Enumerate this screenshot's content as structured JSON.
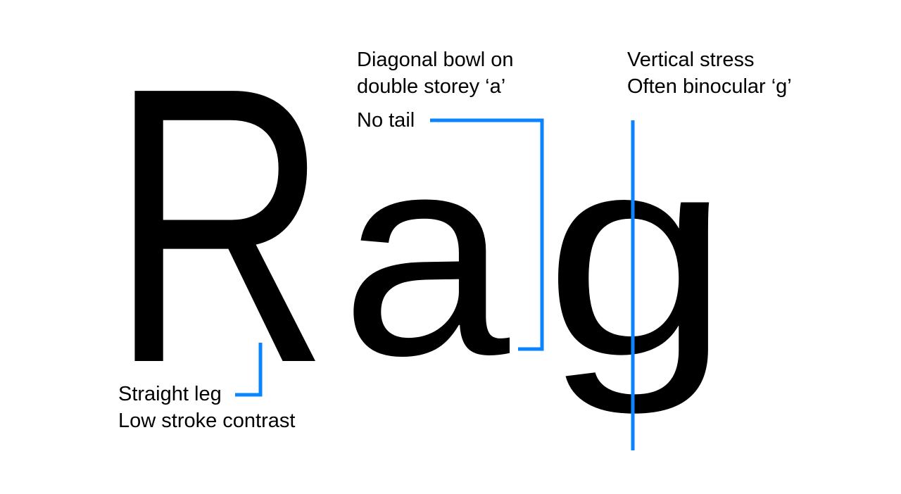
{
  "specimen": {
    "letters": "Rag"
  },
  "annotations": {
    "diagonal_bowl": {
      "line1": "Diagonal bowl on",
      "line2": "double storey ‘a’"
    },
    "no_tail": {
      "text": "No tail"
    },
    "vertical_stress": {
      "line1": "Vertical stress",
      "line2": "Often binocular ‘g’"
    },
    "straight_leg": {
      "line1": "Straight leg",
      "line2": "Low stroke contrast"
    }
  },
  "colors": {
    "glyph": "#000000",
    "leader": "#0a84ff",
    "background": "#ffffff"
  }
}
